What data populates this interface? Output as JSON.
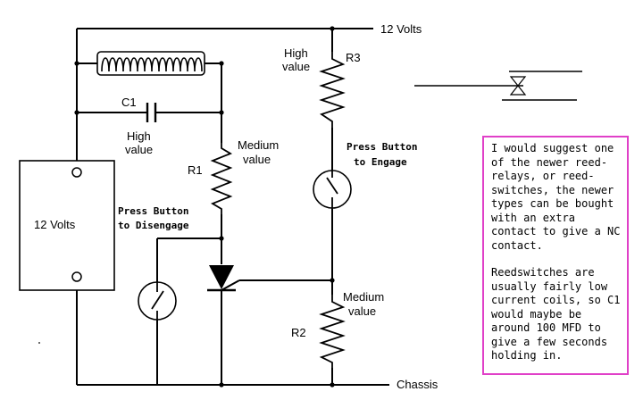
{
  "labels": {
    "top_rail": "12 Volts",
    "battery": "12 Volts",
    "chassis": "Chassis",
    "c1": "C1",
    "c1_value_1": "High",
    "c1_value_2": "value",
    "r3_value_1": "High",
    "r3_value_2": "value",
    "r3": "R3",
    "r1_value_1": "Medium",
    "r1_value_2": "value",
    "r1": "R1",
    "r2_value_1": "Medium",
    "r2_value_2": "value",
    "r2": "R2",
    "engage_1": "Press Button",
    "engage_2": "to Engage",
    "disengage_1": "Press Button",
    "disengage_2": "to Disengage"
  },
  "note": {
    "paragraph_1": "I would suggest one of the newer reed-relays, or reed-switches, the newer types can be bought with an extra contact to give a NC contact.",
    "paragraph_2": "Reedswitches are usually fairly low current coils, so C1 would maybe be around 100 MFD to give a few seconds holding in."
  },
  "colors": {
    "wire": "#000000",
    "note_border": "#e040c8"
  }
}
